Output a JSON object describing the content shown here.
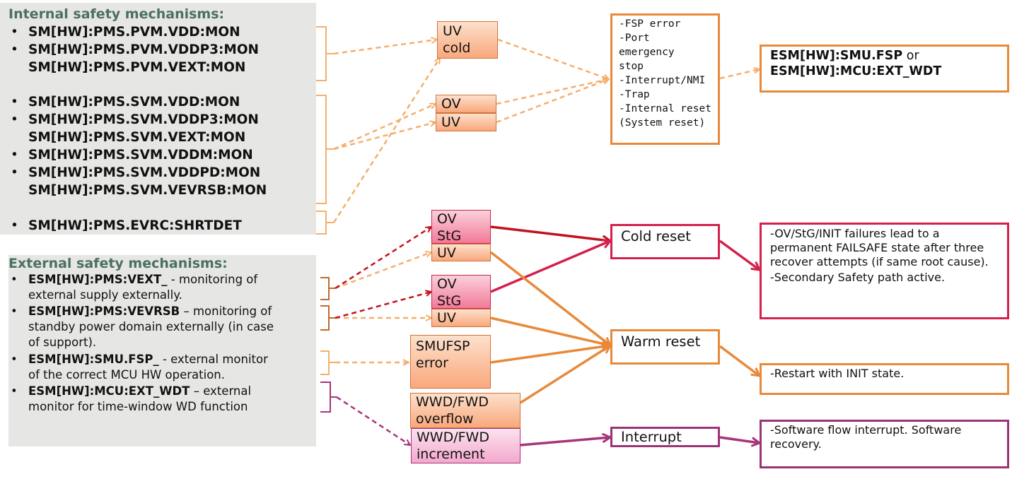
{
  "internal": {
    "title": "Internal safety mechanisms:",
    "items": [
      "SM[HW]:PMS.PVM.VDD:MON",
      "SM[HW]:PMS.PVM.VDDP3:MON",
      "SM[HW]:PMS.PVM.VEXT:MON",
      "SM[HW]:PMS.SVM.VDD:MON",
      "SM[HW]:PMS.SVM.VDDP3:MON",
      "SM[HW]:PMS.SVM.VEXT:MON",
      "SM[HW]:PMS.SVM.VDDM:MON",
      "SM[HW]:PMS.SVM.VDDPD:MON",
      "SM[HW]:PMS.SVM.VEVRSB:MON",
      "SM[HW]:PMS.EVRC:SHRTDET"
    ]
  },
  "external": {
    "title": "External safety mechanisms:",
    "items": [
      {
        "bold": "ESM[HW]:PMS:VEXT_",
        "text1": " - monitoring of",
        "text2": "external supply  externally."
      },
      {
        "bold": "ESM[HW]:PMS:VEVRSB",
        "text1": " – monitoring of",
        "text2": "standby power domain externally (in case",
        "text3": "of support)."
      },
      {
        "bold": "ESM[HW]:SMU.FSP_",
        "text1": " - external monitor",
        "text2": "of the correct MCU HW operation."
      },
      {
        "bold": "ESM[HW]:MCU:EXT_WDT",
        "text1": " – external",
        "text2": "monitor for time-window WD function"
      }
    ]
  },
  "bullet": "•",
  "events": {
    "uv_cold": [
      "UV",
      "cold"
    ],
    "ov1": "OV",
    "uv1": "UV",
    "ov_stg1": [
      "OV",
      "StG"
    ],
    "uv2": "UV",
    "ov_stg2": [
      "OV",
      "StG"
    ],
    "uv3": "UV",
    "smufsp": [
      "SMUFSP",
      "error"
    ],
    "wwd_overflow": [
      "WWD/FWD",
      "overflow"
    ],
    "wwd_increment": [
      "WWD/FWD",
      "increment"
    ]
  },
  "reactions": {
    "fsp_list": [
      "-FSP error",
      "-Port",
      "emergency",
      "stop",
      "-Interrupt/NMI",
      "-Trap",
      "-Internal reset",
      "(System reset)"
    ],
    "cold_reset": "Cold reset",
    "warm_reset": "Warm reset",
    "interrupt": "Interrupt"
  },
  "outcomes": {
    "esm_bold1": "ESM[HW]:SMU.FSP",
    "esm_or": " or",
    "esm_bold2": "ESM[HW]:MCU:EXT_WDT",
    "cold_text": "-OV/StG/INIT failures lead to a permanent FAILSAFE state after three recover attempts (if same root cause).",
    "cold_text2": "-Secondary Safety path active.",
    "warm_text": "-Restart with INIT state.",
    "interrupt_text": "-Software flow interrupt. Software recovery."
  },
  "colors": {
    "light_orange": "#f5ae6c",
    "orange": "#e8893a",
    "dark_red": "#c0141c",
    "red": "#d3214b",
    "magenta": "#a8347a",
    "brown": "#c06a2c",
    "title_green": "#4a7060"
  }
}
